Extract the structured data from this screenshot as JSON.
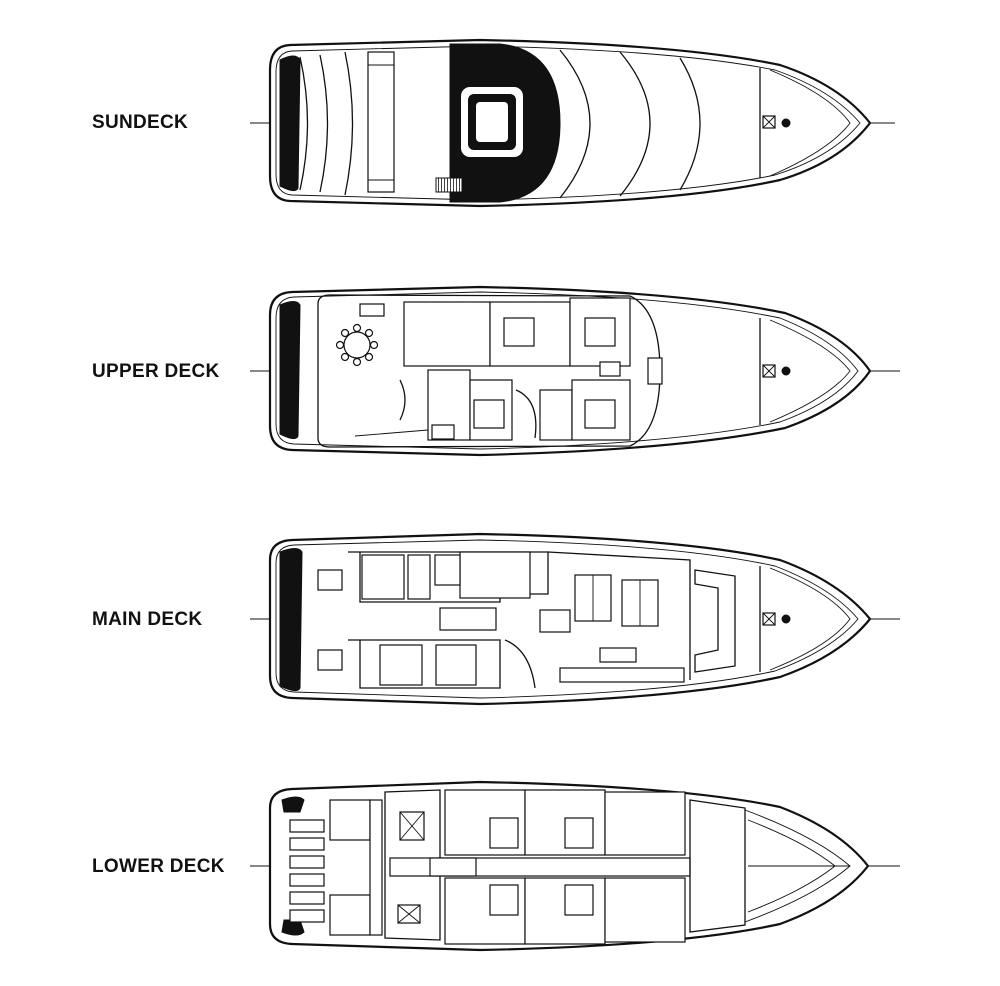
{
  "decks": [
    {
      "id": "sundeck",
      "label": "SUNDECK"
    },
    {
      "id": "upper",
      "label": "UPPER DECK"
    },
    {
      "id": "main",
      "label": "MAIN DECK"
    },
    {
      "id": "lower",
      "label": "LOWER DECK"
    }
  ]
}
